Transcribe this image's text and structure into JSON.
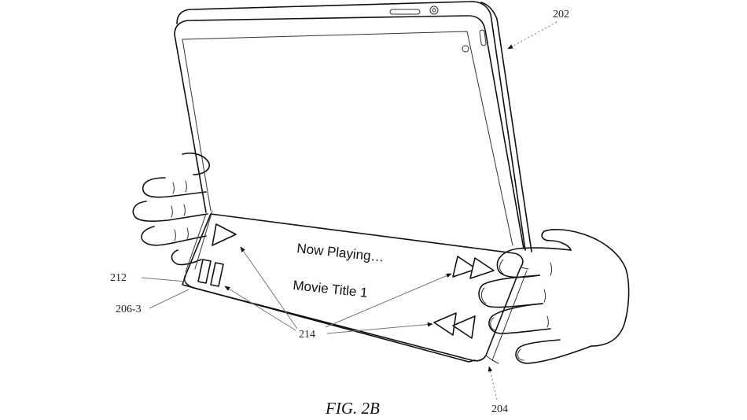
{
  "figure": {
    "caption": "FIG. 2B",
    "screen": {
      "line1": "Now Playing…",
      "line2": "Movie Title 1"
    },
    "reference_labels": {
      "device": "202",
      "cover": "204",
      "segment": "206-3",
      "edge": "212",
      "controls": "214"
    },
    "icons": [
      "play-icon",
      "pause-icon",
      "fast-forward-icon",
      "rewind-icon"
    ]
  }
}
